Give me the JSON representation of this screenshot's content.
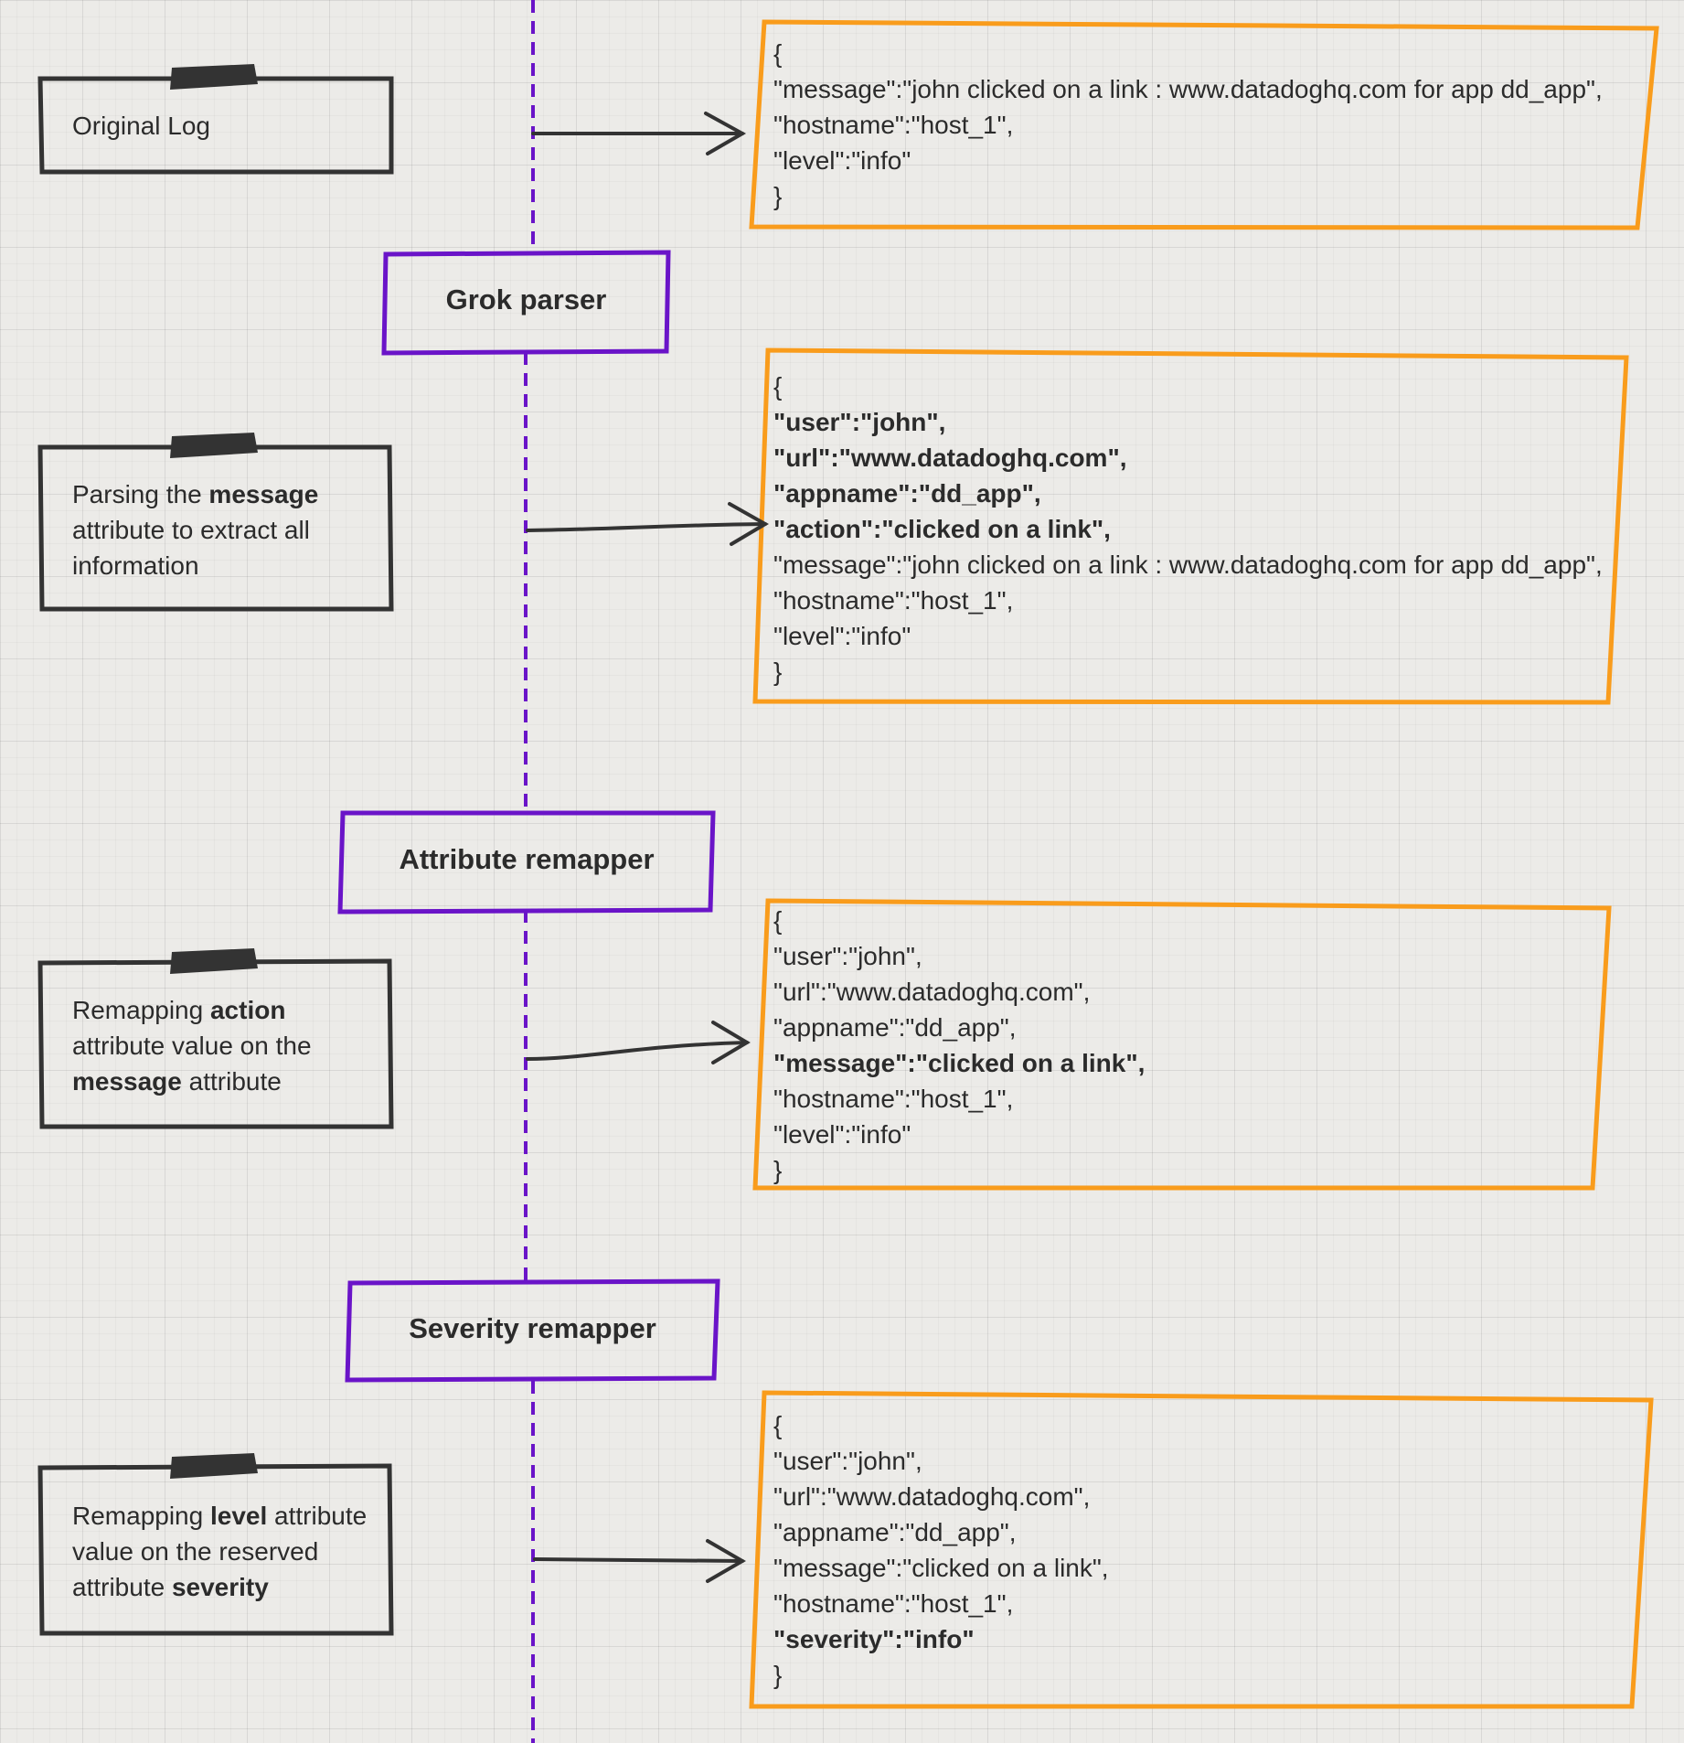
{
  "colors": {
    "background": "#ecebe8",
    "grid": "#d7d6d3",
    "log_box_border": "#f99c1c",
    "processor_border": "#6a14c8",
    "note_border": "#333333",
    "timeline": "#6a14c8",
    "arrow": "#333333",
    "text": "#2b2b2b"
  },
  "notes": [
    {
      "lines": [
        [
          {
            "t": "Original Log",
            "b": false
          }
        ]
      ]
    },
    {
      "lines": [
        [
          {
            "t": "Parsing the ",
            "b": false
          },
          {
            "t": "message",
            "b": true
          }
        ],
        [
          {
            "t": "attribute to extract all",
            "b": false
          }
        ],
        [
          {
            "t": "information",
            "b": false
          }
        ]
      ]
    },
    {
      "lines": [
        [
          {
            "t": "Remapping ",
            "b": false
          },
          {
            "t": "action",
            "b": true
          }
        ],
        [
          {
            "t": "attribute value on the",
            "b": false
          }
        ],
        [
          {
            "t": "message",
            "b": true
          },
          {
            "t": " attribute",
            "b": false
          }
        ]
      ]
    },
    {
      "lines": [
        [
          {
            "t": "Remapping ",
            "b": false
          },
          {
            "t": "level",
            "b": true
          },
          {
            "t": " attribute",
            "b": false
          }
        ],
        [
          {
            "t": "value on the reserved",
            "b": false
          }
        ],
        [
          {
            "t": "attribute ",
            "b": false
          },
          {
            "t": "severity",
            "b": true
          }
        ]
      ]
    }
  ],
  "processors": [
    "Grok parser",
    "Attribute remapper",
    "Severity remapper"
  ],
  "logs": [
    {
      "lines": [
        {
          "t": "{",
          "b": false
        },
        {
          "t": "\"message\":\"john clicked on a link : www.datadoghq.com for app dd_app\",",
          "b": false
        },
        {
          "t": "\"hostname\":\"host_1\",",
          "b": false
        },
        {
          "t": "\"level\":\"info\"",
          "b": false
        },
        {
          "t": "}",
          "b": false
        }
      ]
    },
    {
      "lines": [
        {
          "t": "{",
          "b": false
        },
        {
          "t": "\"user\":\"john\",",
          "b": true
        },
        {
          "t": "\"url\":\"www.datadoghq.com\",",
          "b": true
        },
        {
          "t": "\"appname\":\"dd_app\",",
          "b": true
        },
        {
          "t": "\"action\":\"clicked on a link\",",
          "b": true
        },
        {
          "t": "\"message\":\"john clicked on a link : www.datadoghq.com for app dd_app\",",
          "b": false
        },
        {
          "t": "\"hostname\":\"host_1\",",
          "b": false
        },
        {
          "t": "\"level\":\"info\"",
          "b": false
        },
        {
          "t": "}",
          "b": false
        }
      ]
    },
    {
      "lines": [
        {
          "t": "{",
          "b": false
        },
        {
          "t": "\"user\":\"john\",",
          "b": false
        },
        {
          "t": "\"url\":\"www.datadoghq.com\",",
          "b": false
        },
        {
          "t": "\"appname\":\"dd_app\",",
          "b": false
        },
        {
          "t": "\"message\":\"clicked on a link\",",
          "b": true
        },
        {
          "t": "\"hostname\":\"host_1\",",
          "b": false
        },
        {
          "t": "\"level\":\"info\"",
          "b": false
        },
        {
          "t": "}",
          "b": false
        }
      ]
    },
    {
      "lines": [
        {
          "t": "{",
          "b": false
        },
        {
          "t": "\"user\":\"john\",",
          "b": false
        },
        {
          "t": "\"url\":\"www.datadoghq.com\",",
          "b": false
        },
        {
          "t": "\"appname\":\"dd_app\",",
          "b": false
        },
        {
          "t": "\"message\":\"clicked on a link\",",
          "b": false
        },
        {
          "t": "\"hostname\":\"host_1\",",
          "b": false
        },
        {
          "t": "\"severity\":\"info\"",
          "b": true
        },
        {
          "t": "}",
          "b": false
        }
      ]
    }
  ]
}
